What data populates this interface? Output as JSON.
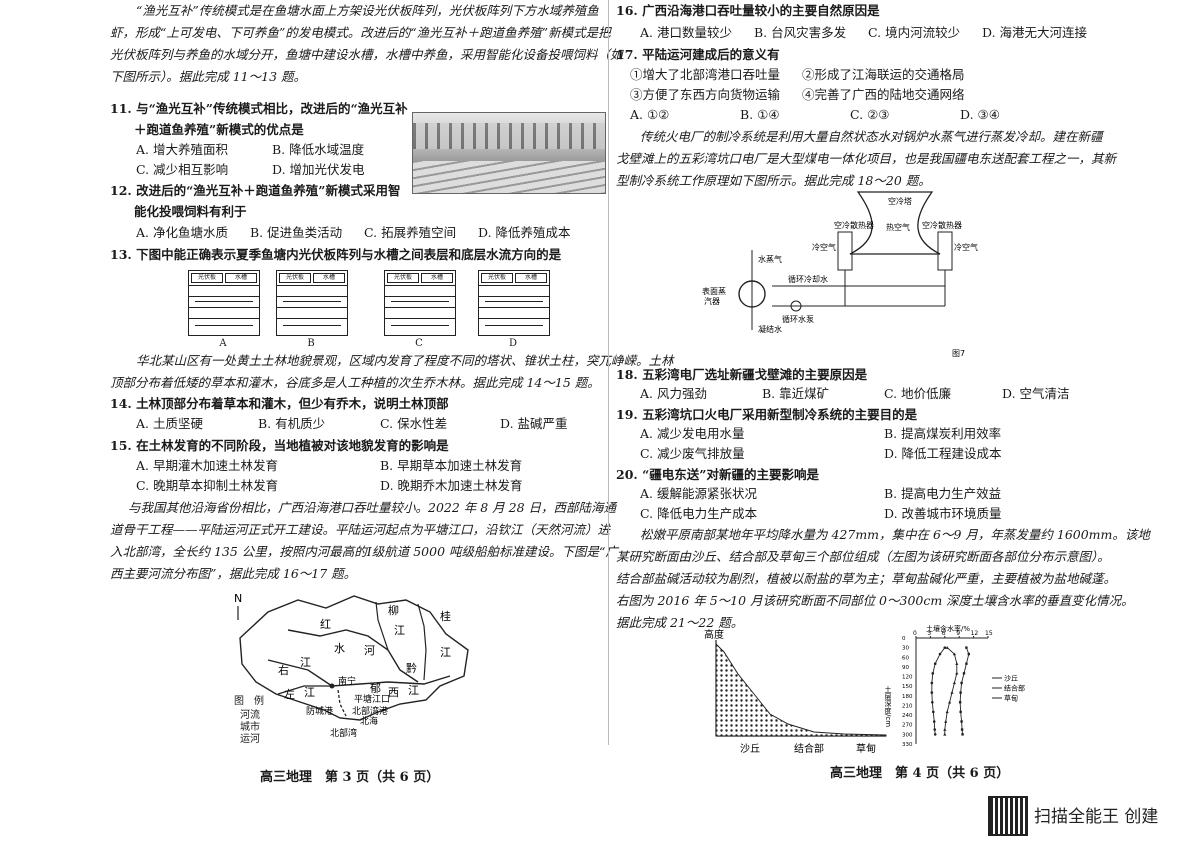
{
  "left": {
    "passage1": [
      "“渔光互补”传统模式是在鱼塘水面上方架设光伏板阵列，光伏板阵列下方水域养殖鱼",
      "虾，形成“上可发电、下可养鱼”的发电模式。改进后的“渔光互补＋跑道鱼养殖”新模式是把",
      "光伏板阵列与养鱼的水域分开，鱼塘中建设水槽，水槽中养鱼，采用智能化设备投喂饲料（如",
      "下图所示）。据此完成 11～13 题。"
    ],
    "q11": {
      "stem": [
        "11. 与“渔光互补”传统模式相比，改进后的“渔光互补",
        "＋跑道鱼养殖”新模式的优点是"
      ],
      "options": [
        "A. 增大养殖面积",
        "B. 降低水域温度",
        "C. 减少相互影响",
        "D. 增加光伏发电"
      ]
    },
    "q12": {
      "stem": [
        "12. 改进后的“渔光互补＋跑道鱼养殖”新模式采用智",
        "能化投喂饲料有利于"
      ],
      "options": [
        "A. 净化鱼塘水质",
        "B. 促进鱼类活动",
        "C. 拓展养殖空间",
        "D. 降低养殖成本"
      ]
    },
    "q13": {
      "stem": "13. 下图中能正确表示夏季鱼塘内光伏板阵列与水槽之间表层和底层水流方向的是",
      "diagram_labels": [
        "A",
        "B",
        "C",
        "D"
      ],
      "panel_label": "光伏板",
      "tank_label": "水槽"
    },
    "passage2": [
      "华北某山区有一处黄土土林地貌景观，区域内发育了程度不同的塔状、锥状土柱，突兀峥嵘。土林",
      "顶部分布着低矮的草本和灌木，谷底多是人工种植的次生乔木林。据此完成 14～15 题。"
    ],
    "q14": {
      "stem": "14. 土林顶部分布着草本和灌木，但少有乔木，说明土林顶部",
      "options": [
        "A. 土质坚硬",
        "B. 有机质少",
        "C. 保水性差",
        "D. 盐碱严重"
      ]
    },
    "q15": {
      "stem": "15. 在土林发育的不同阶段，当地植被对该地貌发育的影响是",
      "options": [
        "A. 早期灌木加速土林发育",
        "B. 早期草本加速土林发育",
        "C. 晚期草本抑制土林发育",
        "D. 晚期乔木加速土林发育"
      ]
    },
    "passage3": [
      "与我国其他沿海省份相比，广西沿海港口吞吐量较小。2022 年 8 月 28 日，西部陆海通",
      "道骨干工程——平陆运河正式开工建设。平陆运河起点为平塘江口，沿钦江（天然河流）进",
      "入北部湾，全长约 135 公里，按照内河最高的Ⅰ级航道 5000 吨级船舶标准建设。下图是“广",
      "西主要河流分布图”，据此完成 16～17 题。"
    ],
    "map": {
      "north": "N",
      "labels": [
        "红",
        "水",
        "河",
        "柳",
        "江",
        "桂",
        "黔",
        "江",
        "右",
        "江",
        "左",
        "江",
        "南宁",
        "西",
        "江",
        "郁",
        "平塘江口",
        "防城港",
        "北部湾港",
        "北海",
        "北部湾"
      ],
      "legend_title": "图　例",
      "legend_items": [
        "河流",
        "城市",
        "运河"
      ]
    },
    "footer": "高三地理　第 3 页（共 6 页）"
  },
  "right": {
    "q16": {
      "stem": "16. 广西沿海港口吞吐量较小的主要自然原因是",
      "options": [
        "A. 港口数量较少",
        "B. 台风灾害多发",
        "C. 境内河流较少",
        "D. 海港无大河连接"
      ]
    },
    "q17": {
      "stem": "17. 平陆运河建成后的意义有",
      "items": [
        "①增大了北部湾港口吞吐量",
        "②形成了江海联运的交通格局",
        "③方便了东西方向货物运输",
        "④完善了广西的陆地交通网络"
      ],
      "options": [
        "A. ①②",
        "B. ①④",
        "C. ②③",
        "D. ③④"
      ]
    },
    "passage4": [
      "传统火电厂的制冷系统是利用大量自然状态水对锅炉水蒸气进行蒸发冷却。建在新疆",
      "戈壁滩上的五彩湾坑口电厂是大型煤电一体化项目，也是我国疆电东送配套工程之一，其新",
      "型制冷系统工作原理如下图所示。据此完成 18～20 题。"
    ],
    "fig7": {
      "labels": [
        "空冷塔",
        "空冷散热器",
        "热空气",
        "空冷散热器",
        "冷空气",
        "冷空气",
        "水蒸气",
        "循环冷却水",
        "表面蒸",
        "汽器",
        "循环水泵",
        "凝结水"
      ],
      "caption": "图7"
    },
    "q18": {
      "stem": "18. 五彩湾电厂选址新疆戈壁滩的主要原因是",
      "options": [
        "A. 风力强劲",
        "B. 靠近煤矿",
        "C. 地价低廉",
        "D. 空气清洁"
      ]
    },
    "q19": {
      "stem": "19. 五彩湾坑口火电厂采用新型制冷系统的主要目的是",
      "options": [
        "A. 减少发电用水量",
        "B. 提高煤炭利用效率",
        "C. 减少废气排放量",
        "D. 降低工程建设成本"
      ]
    },
    "q20": {
      "stem": "20. “疆电东送”对新疆的主要影响是",
      "options": [
        "A. 缓解能源紧张状况",
        "B. 提高电力生产效益",
        "C. 降低电力生产成本",
        "D. 改善城市环境质量"
      ]
    },
    "passage5": [
      "松嫩平原南部某地年平均降水量为 427mm，集中在 6～9 月，年蒸发量约 1600mm。该地",
      "某研究断面由沙丘、结合部及草甸三个部位组成（左图为该研究断面各部位分布示意图）。",
      "结合部盐碱活动较为剧烈，植被以耐盐的草为主；草甸盐碱化严重，主要植被为盐地碱蓬。",
      "右图为 2016 年 5～10 月该研究断面不同部位 0～300cm 深度土壤含水率的垂直变化情况。",
      "据此完成 21～22 题。"
    ],
    "profile": {
      "ylabel": "高度",
      "sites": [
        "沙丘",
        "结合部",
        "草甸"
      ]
    },
    "footer": "高三地理　第 4 页（共 6 页）"
  },
  "watermark": "扫描全能王 创建",
  "chart_data": {
    "type": "line",
    "title": "土壤含水率/%",
    "xlabel": "土壤含水率/%",
    "ylabel": "土层深度/cm",
    "xlim": [
      0,
      15
    ],
    "ylim": [
      0,
      330
    ],
    "y_reversed": true,
    "x_ticks": [
      0,
      3,
      6,
      9,
      12,
      15
    ],
    "y_ticks": [
      0,
      30,
      60,
      90,
      120,
      150,
      180,
      210,
      240,
      270,
      300,
      330
    ],
    "series": [
      {
        "name": "沙丘",
        "x": [
          6.0,
          5.0,
          4.0,
          3.5,
          3.3,
          3.3,
          3.4,
          3.6,
          3.8,
          3.9,
          4.0
        ],
        "y": [
          30,
          50,
          80,
          110,
          140,
          170,
          200,
          230,
          260,
          285,
          300
        ]
      },
      {
        "name": "结合部",
        "x": [
          6.5,
          8.0,
          8.5,
          8.5,
          8.0,
          7.5,
          7.0,
          6.5,
          6.2,
          6.0,
          6.0
        ],
        "y": [
          30,
          50,
          80,
          110,
          140,
          170,
          200,
          230,
          260,
          285,
          300
        ]
      },
      {
        "name": "草甸",
        "x": [
          10.5,
          11.0,
          10.5,
          10.0,
          9.5,
          9.3,
          9.2,
          9.3,
          9.5,
          9.6,
          9.7
        ],
        "y": [
          30,
          50,
          80,
          110,
          140,
          170,
          200,
          230,
          260,
          285,
          300
        ]
      }
    ]
  }
}
